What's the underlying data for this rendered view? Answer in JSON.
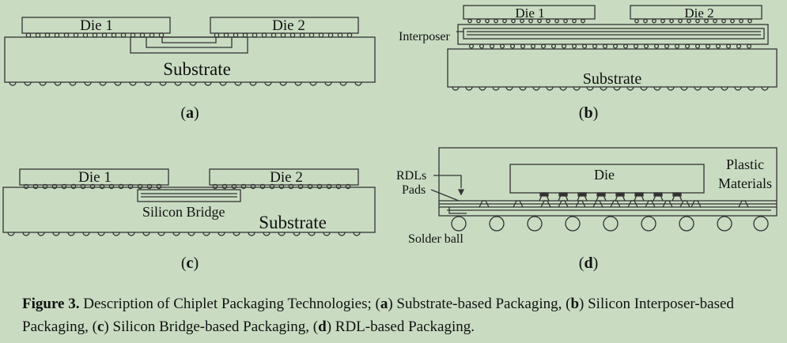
{
  "panels": {
    "a": {
      "die1": "Die 1",
      "die2": "Die 2",
      "substrate": "Substrate",
      "letter": "a"
    },
    "b": {
      "die1": "Die 1",
      "die2": "Die 2",
      "interposer": "Interposer",
      "substrate": "Substrate",
      "letter": "b"
    },
    "c": {
      "die1": "Die 1",
      "die2": "Die 2",
      "bridge": "Silicon Bridge",
      "substrate": "Substrate",
      "letter": "c"
    },
    "d": {
      "die": "Die",
      "rdls": "RDLs",
      "pads": "Pads",
      "plastic_line1": "Plastic",
      "plastic_line2": "Materials",
      "solder": "Solder ball",
      "letter": "d"
    }
  },
  "caption": {
    "figure": "Figure 3.",
    "text_intro": " Description of Chiplet Packaging Technologies; (",
    "a": "a",
    "text_a": ") Substrate-based Packaging, (",
    "b": "b",
    "text_b": ") Silicon Interposer-based Packaging, (",
    "c": "c",
    "text_c": ") Silicon Bridge-based Packaging, (",
    "d": "d",
    "text_d": ") RDL-based Packaging."
  },
  "colors": {
    "background": "#c9dcc2",
    "line": "#333333"
  }
}
